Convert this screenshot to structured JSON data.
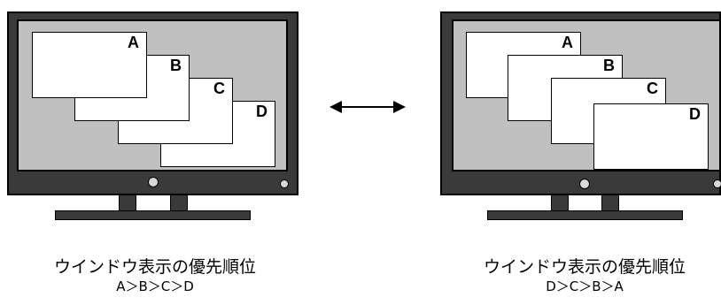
{
  "left_monitor": {
    "windows": [
      {
        "label": "A"
      },
      {
        "label": "B"
      },
      {
        "label": "C"
      },
      {
        "label": "D"
      }
    ],
    "caption_title": "ウインドウ表示の優先順位",
    "caption_order": "A＞B＞C＞D"
  },
  "right_monitor": {
    "windows": [
      {
        "label": "A"
      },
      {
        "label": "B"
      },
      {
        "label": "C"
      },
      {
        "label": "D"
      }
    ],
    "caption_title": "ウインドウ表示の優先順位",
    "caption_order": "D＞C＞B＞A"
  },
  "colors": {
    "bezel": "#3a3a3a",
    "screen": "#c0c0c0",
    "window": "#ffffff"
  },
  "icons": {
    "swap_arrow": "double-headed-arrow-icon"
  }
}
